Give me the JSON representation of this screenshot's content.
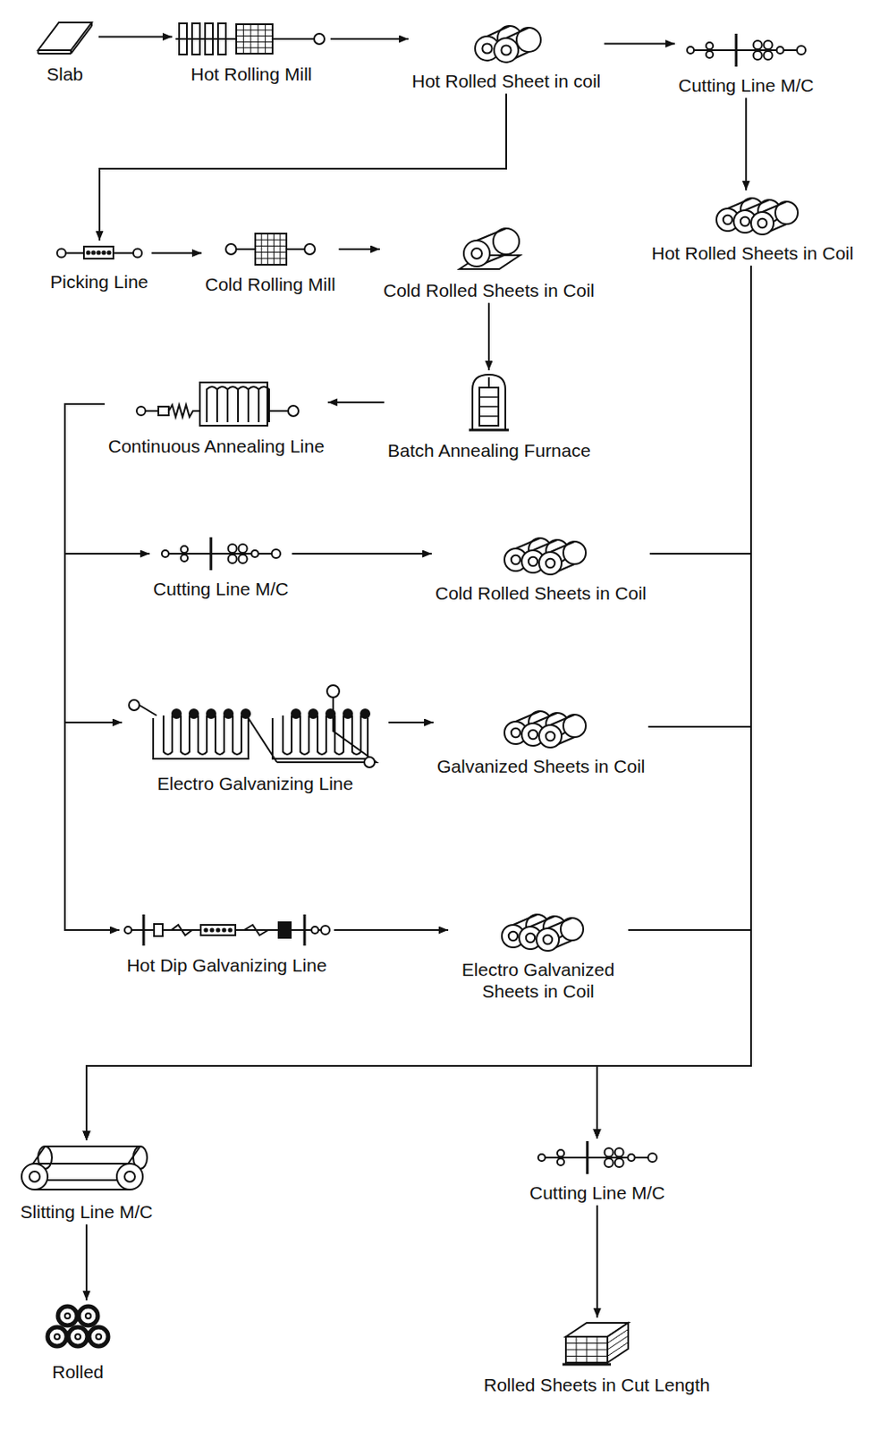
{
  "diagram": {
    "nodes": [
      {
        "text": [
          "Slab"
        ]
      },
      {
        "text": [
          "Hot Rolling Mill"
        ]
      },
      {
        "text": [
          "Hot Rolled Sheet in coil"
        ]
      },
      {
        "text": [
          "Cutting Line M/C"
        ]
      },
      {
        "text": [
          "Picking Line"
        ]
      },
      {
        "text": [
          "Cold Rolling Mill"
        ]
      },
      {
        "text": [
          "Cold Rolled Sheets in Coil"
        ]
      },
      {
        "text": [
          "Hot Rolled Sheets in Coil"
        ]
      },
      {
        "text": [
          "Continuous Annealing Line"
        ]
      },
      {
        "text": [
          "Batch Annealing Furnace"
        ]
      },
      {
        "text": [
          "Cutting Line M/C"
        ]
      },
      {
        "text": [
          "Cold Rolled Sheets in Coil"
        ]
      },
      {
        "text": [
          "Electro Galvanizing Line"
        ]
      },
      {
        "text": [
          "Galvanized Sheets in Coil"
        ]
      },
      {
        "text": [
          "Hot Dip Galvanizing Line"
        ]
      },
      {
        "text": [
          "Electro Galvanized Sheets in Coil"
        ]
      },
      {
        "text": [
          "Slitting Line M/C"
        ]
      },
      {
        "text": [
          "Cutting Line M/C"
        ]
      },
      {
        "text": [
          "Rolled"
        ]
      },
      {
        "text": [
          "Rolled Sheets in Cut Length"
        ]
      }
    ],
    "edges": [
      {
        "from": 0,
        "to": 1,
        "arrow": "to"
      },
      {
        "from": 1,
        "to": 2,
        "arrow": "to"
      },
      {
        "from": 2,
        "to": 3,
        "arrow": "to"
      },
      {
        "from": 3,
        "to": 7,
        "arrow": "to"
      },
      {
        "from": 2,
        "to": 4,
        "arrow": "to"
      },
      {
        "from": 4,
        "to": 5,
        "arrow": "to"
      },
      {
        "from": 5,
        "to": 6,
        "arrow": "to"
      },
      {
        "from": 6,
        "to": 9,
        "arrow": "to"
      },
      {
        "from": 9,
        "to": 8,
        "arrow": "to"
      },
      {
        "from": 8,
        "to": 10,
        "arrow": "to"
      },
      {
        "from": 8,
        "to": 12,
        "arrow": "to"
      },
      {
        "from": 8,
        "to": 14,
        "arrow": "to"
      },
      {
        "from": 10,
        "to": 11,
        "arrow": "to"
      },
      {
        "from": 12,
        "to": 13,
        "arrow": "to"
      },
      {
        "from": 14,
        "to": 15,
        "arrow": "to"
      },
      {
        "from": 7,
        "to": 16,
        "arrow": "to"
      },
      {
        "from": 7,
        "to": 17,
        "arrow": "to"
      },
      {
        "from": 11,
        "to": 16,
        "arrow": "to"
      },
      {
        "from": 11,
        "to": 17,
        "arrow": "to"
      },
      {
        "from": 13,
        "to": 16,
        "arrow": "to"
      },
      {
        "from": 13,
        "to": 17,
        "arrow": "to"
      },
      {
        "from": 15,
        "to": 16,
        "arrow": "to"
      },
      {
        "from": 15,
        "to": 17,
        "arrow": "to"
      },
      {
        "from": 16,
        "to": 18,
        "arrow": "to"
      },
      {
        "from": 17,
        "to": 19,
        "arrow": "to"
      }
    ]
  }
}
